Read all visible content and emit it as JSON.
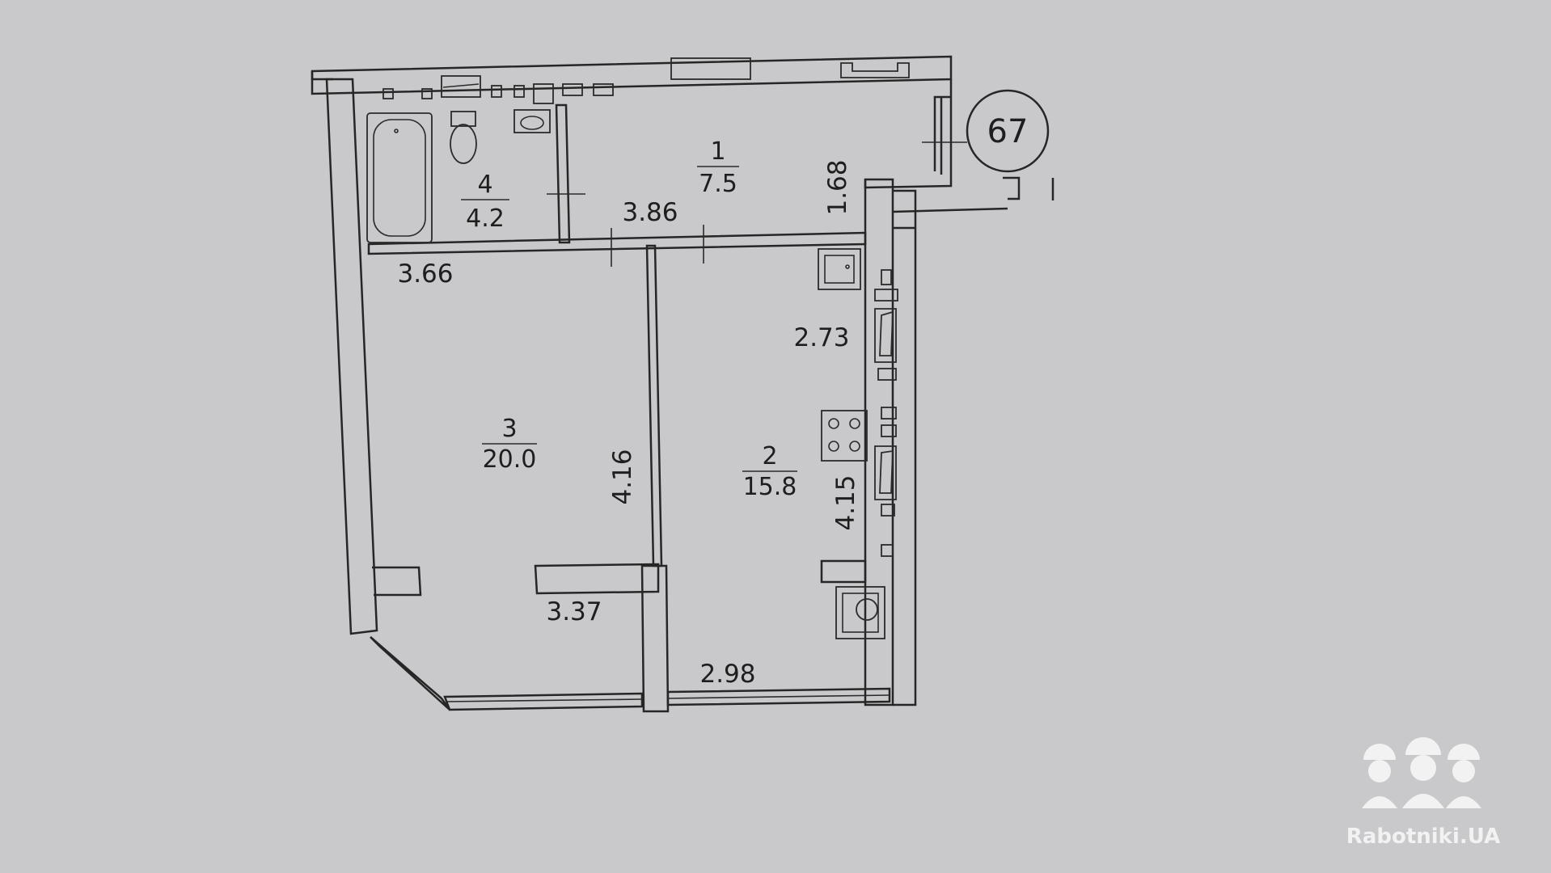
{
  "plan_number": "67",
  "rooms": [
    {
      "number": "1",
      "area": "7.5"
    },
    {
      "number": "2",
      "area": "15.8"
    },
    {
      "number": "3",
      "area": "20.0"
    },
    {
      "number": "4",
      "area": "4.2"
    }
  ],
  "dimensions": {
    "hall_length": "3.86",
    "hall_width": "1.68",
    "bath_width": "3.66",
    "kitchen_width": "2.73",
    "room3_depth": "4.16",
    "room3_width": "3.37",
    "kitchen_depth": "4.15",
    "kitchen_window_width": "2.98"
  },
  "watermark": {
    "text": "Rabotniki.UA"
  },
  "colors": {
    "paper": "#c9c9cb",
    "ink": "#262626",
    "watermark": "#f2f2f2"
  }
}
